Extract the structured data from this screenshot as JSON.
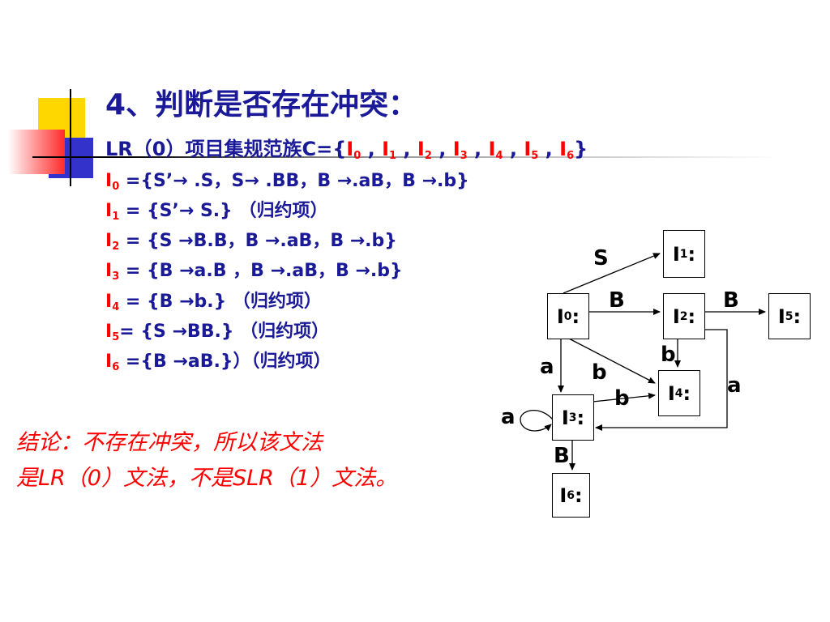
{
  "title": "4、判断是否存在冲突：",
  "collection": {
    "prefix": "LR（0）项目集规范族C={",
    "items": [
      "I0",
      "I1",
      "I2",
      "I3",
      "I4",
      "I5",
      "I6"
    ],
    "suffix": "}"
  },
  "items": [
    {
      "name": "I",
      "sub": "0",
      "text": " ={S’→ .S，S→ .BB，B →.aB，B →.b}"
    },
    {
      "name": "I",
      "sub": "1",
      "text": " = {S’→ S.}  （归约项）"
    },
    {
      "name": "I",
      "sub": "2",
      "text": " = {S →B.B，B →.aB，B →.b}"
    },
    {
      "name": "I",
      "sub": "3",
      "text": " = {B →a.B ，B →.aB，B →.b}"
    },
    {
      "name": "I",
      "sub": "4",
      "text": " = {B →b.}    （归约项）"
    },
    {
      "name": "I",
      "sub": "5",
      "text": "= {S →BB.}  （归约项）"
    },
    {
      "name": "I",
      "sub": "6",
      "text": " ={B →aB.}）（归约项）"
    }
  ],
  "conclusion": {
    "line1": "结论：不存在冲突，所以该文法",
    "line2": "是LR（0）文法，不是SLR（1）文法。"
  },
  "diagram": {
    "nodes": [
      {
        "id": "I0",
        "label": "I",
        "sub": "0",
        "suffix": ":"
      },
      {
        "id": "I1",
        "label": "I",
        "sub": "1",
        "suffix": ":"
      },
      {
        "id": "I2",
        "label": "I",
        "sub": "2",
        "suffix": ":"
      },
      {
        "id": "I3",
        "label": "I",
        "sub": "3",
        "suffix": ":"
      },
      {
        "id": "I4",
        "label": "I",
        "sub": "4",
        "suffix": ":"
      },
      {
        "id": "I5",
        "label": "I",
        "sub": "5",
        "suffix": ":"
      },
      {
        "id": "I6",
        "label": "I",
        "sub": "6",
        "suffix": ":"
      }
    ],
    "edges": [
      {
        "from": "I0",
        "to": "I1",
        "label": "S"
      },
      {
        "from": "I0",
        "to": "I2",
        "label": "B"
      },
      {
        "from": "I2",
        "to": "I5",
        "label": "B"
      },
      {
        "from": "I0",
        "to": "I3",
        "label": "a"
      },
      {
        "from": "I0",
        "to": "I4",
        "label": "b"
      },
      {
        "from": "I2",
        "to": "I4",
        "label": "b"
      },
      {
        "from": "I3",
        "to": "I4",
        "label": "b"
      },
      {
        "from": "I2",
        "to": "I3",
        "label": "a"
      },
      {
        "from": "I3",
        "to": "I3",
        "label": "a"
      },
      {
        "from": "I3",
        "to": "I6",
        "label": "B"
      }
    ]
  }
}
